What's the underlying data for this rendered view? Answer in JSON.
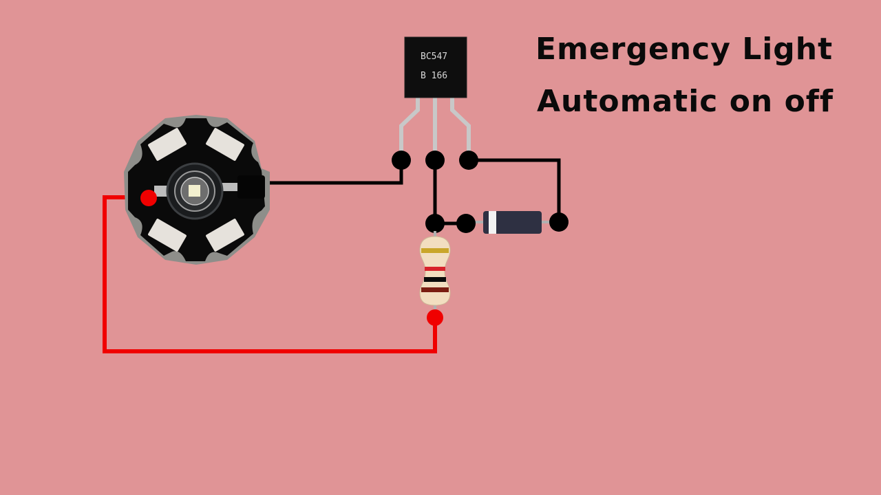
{
  "title": {
    "line1": "Emergency Light",
    "line2": "Automatic on off"
  },
  "colors": {
    "background": "#E09496",
    "wire_black": "#000000",
    "wire_red": "#F00000",
    "lead_gray": "#C8C8C8",
    "transistor_body": "#0E0E0E",
    "diode_body": "#2E3042",
    "diode_band": "#F2F2F2",
    "resistor_body": "#F2DEC0",
    "led_board": "#0A0A0A",
    "led_pads": "#E6E2DC"
  },
  "components": {
    "transistor": {
      "type": "NPN transistor",
      "marking_line1": "BC547",
      "marking_line2": "B 166",
      "pins": [
        "left",
        "middle",
        "right"
      ]
    },
    "led": {
      "type": "high-power star LED"
    },
    "diode": {
      "type": "diode",
      "band_side": "left"
    },
    "resistor": {
      "type": "resistor",
      "bands": [
        "#C9A62A",
        "#D8232B",
        "#0A0A0A",
        "#7A1E12"
      ]
    }
  },
  "wires": [
    {
      "name": "led-to-transistor-left",
      "color": "black"
    },
    {
      "name": "transistor-middle-to-junction",
      "color": "black"
    },
    {
      "name": "junction-to-diode",
      "color": "black"
    },
    {
      "name": "transistor-right-to-diode",
      "color": "black"
    },
    {
      "name": "led-to-resistor",
      "color": "red"
    }
  ]
}
